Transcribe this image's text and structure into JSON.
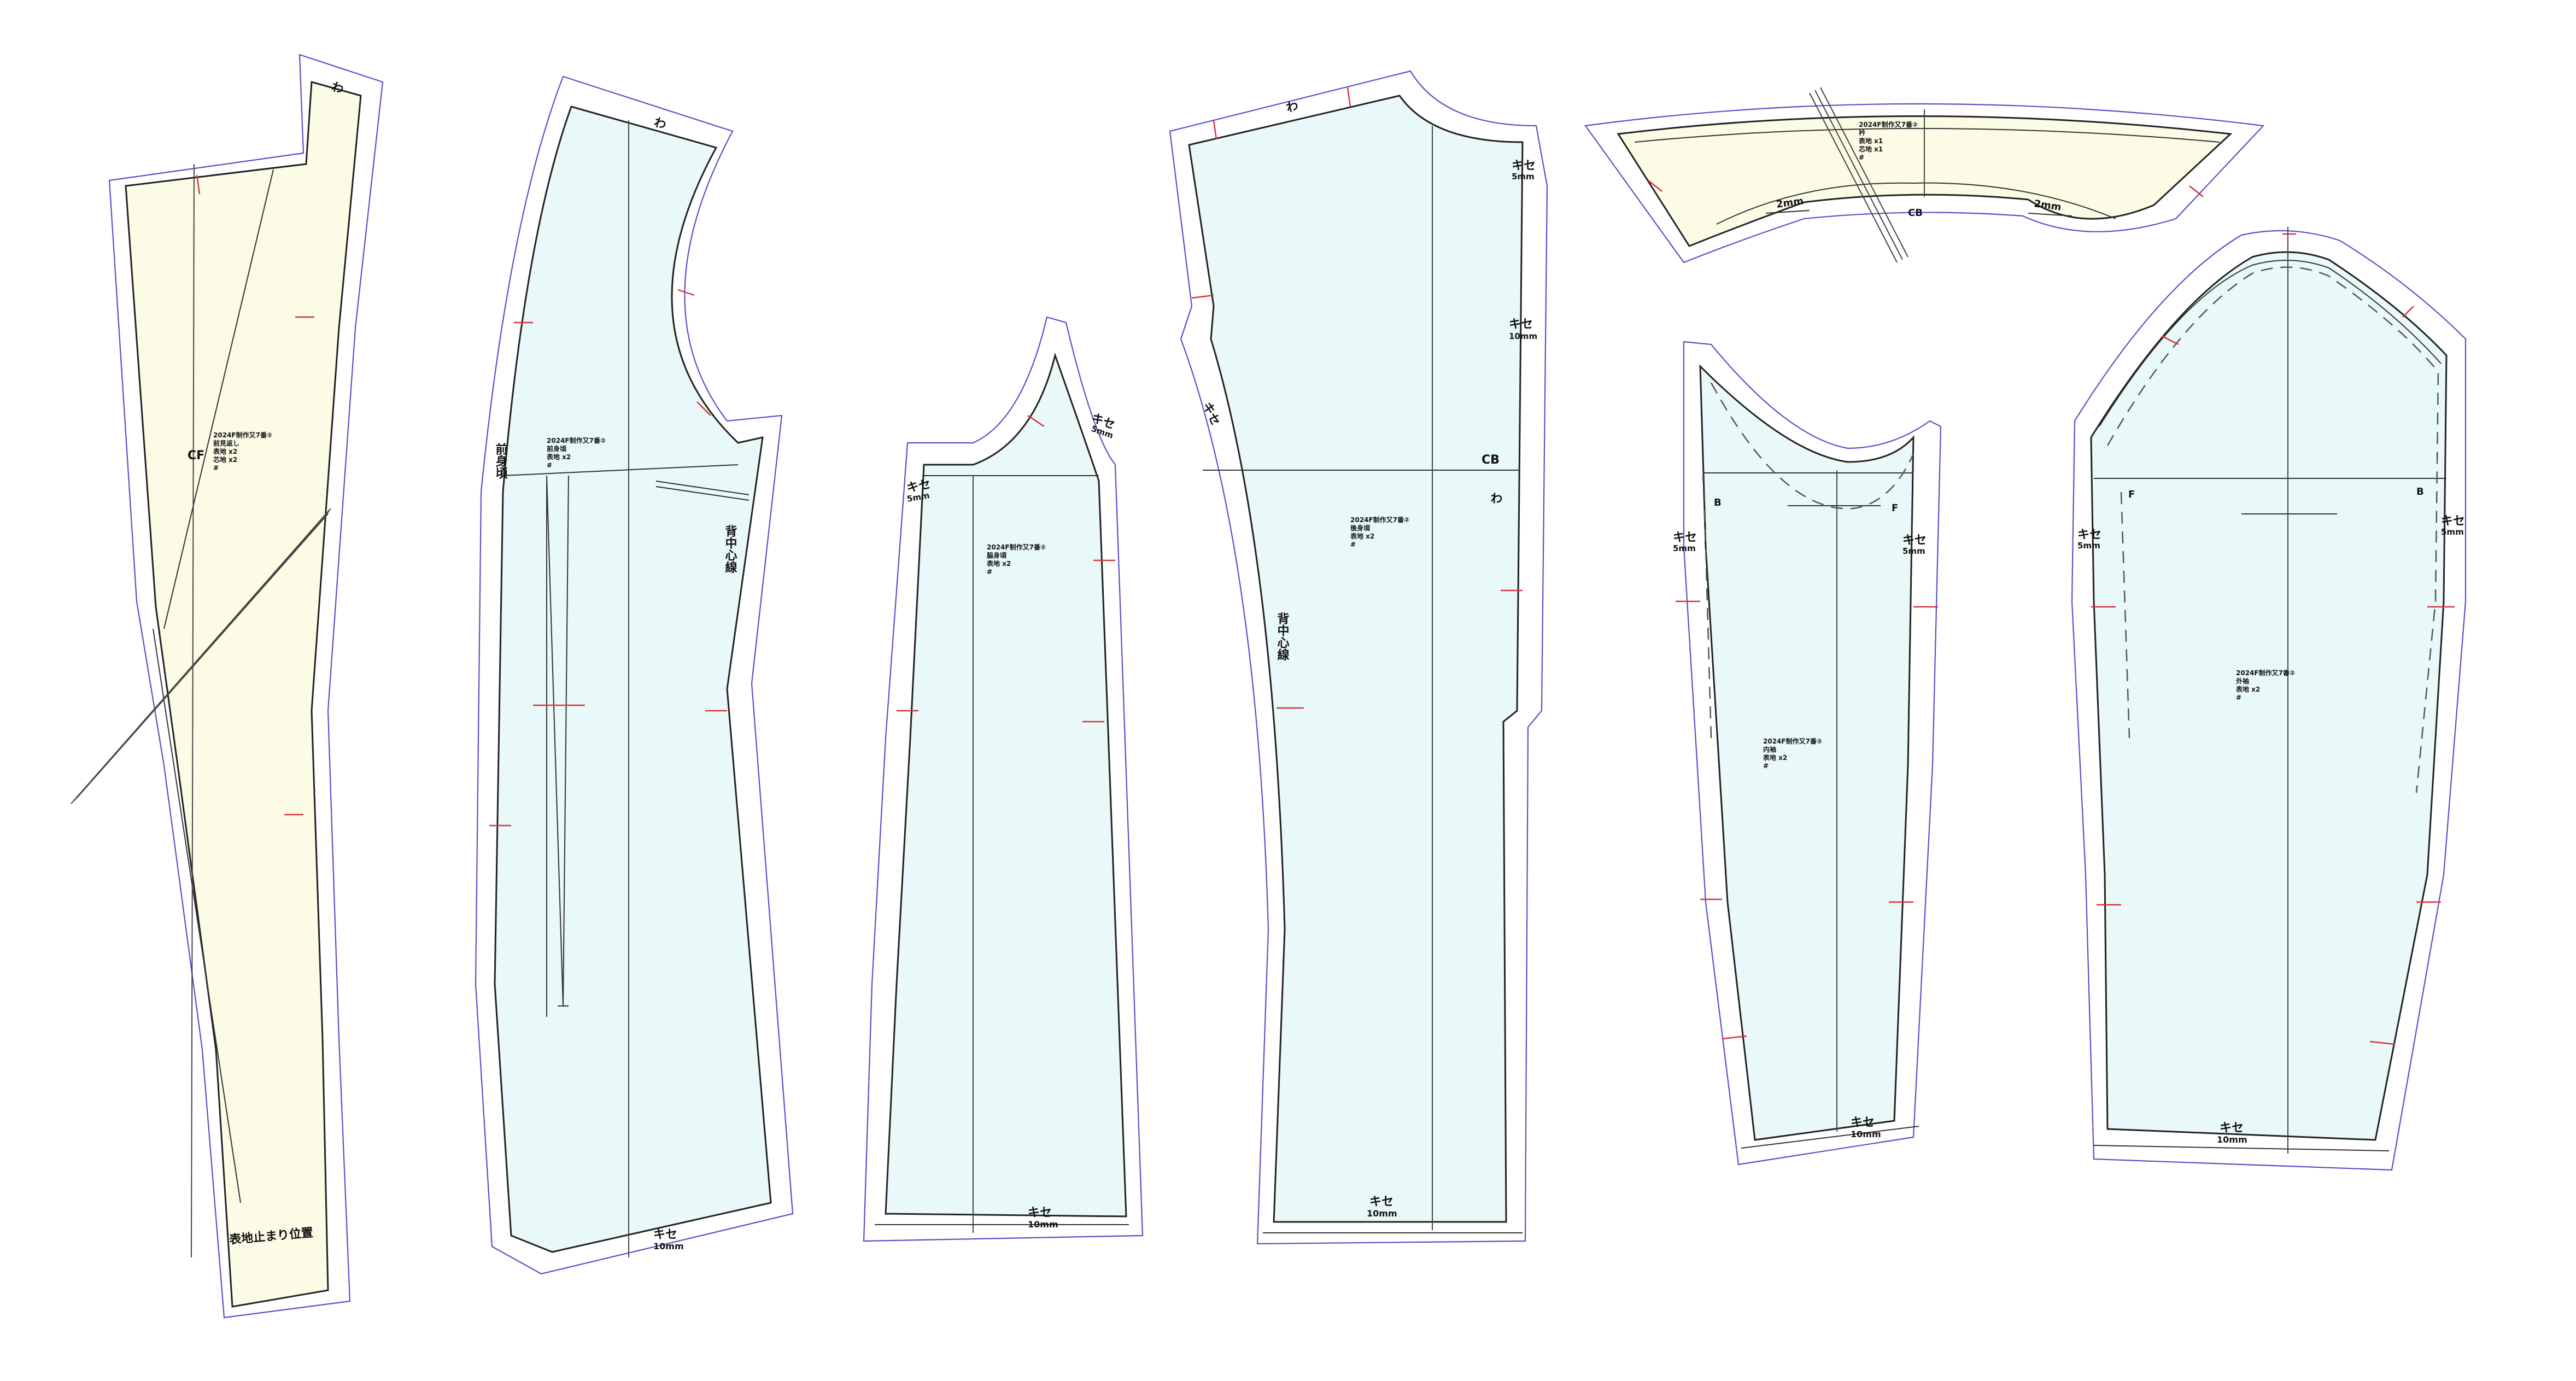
{
  "labels": {
    "front_facing_title": "表地止まり位置",
    "cf": "CF",
    "cb": "CB",
    "b": "B",
    "f": "F",
    "wa": "わ",
    "kise": "キセ",
    "kise_5mm": "5mm",
    "kise_10mm": "10mm",
    "two_mm": "2mm",
    "back_side_seam": "背中心線",
    "front_neck_label": "前身頃"
  },
  "pieces": [
    {
      "id": "front-facing",
      "info": [
        "2024F制作又7番②",
        "前見返し",
        "表地   x2",
        "芯地   x2",
        "#"
      ]
    },
    {
      "id": "front-body",
      "info": [
        "2024F制作又7番②",
        "前身頃",
        "表地   x2",
        "#"
      ]
    },
    {
      "id": "side-body",
      "info": [
        "2024F制作又7番②",
        "脇身頃",
        "表地   x2",
        "#"
      ]
    },
    {
      "id": "back-body",
      "info": [
        "2024F制作又7番②",
        "後身頃",
        "表地   x2",
        "#"
      ]
    },
    {
      "id": "collar",
      "info": [
        "2024F制作又7番②",
        "衿",
        "表地   x1",
        "芯地   x1",
        "#"
      ]
    },
    {
      "id": "under-sleeve",
      "info": [
        "2024F制作又7番②",
        "内袖",
        "表地   x2",
        "#"
      ]
    },
    {
      "id": "top-sleeve",
      "info": [
        "2024F制作又7番②",
        "外袖",
        "表地   x2",
        "#"
      ]
    }
  ],
  "colors": {
    "lining_fill": "#e9f8f8",
    "facing_fill": "#fbfbe6",
    "seam_allowance": "#5a4fc8",
    "notch": "#d6343c"
  }
}
